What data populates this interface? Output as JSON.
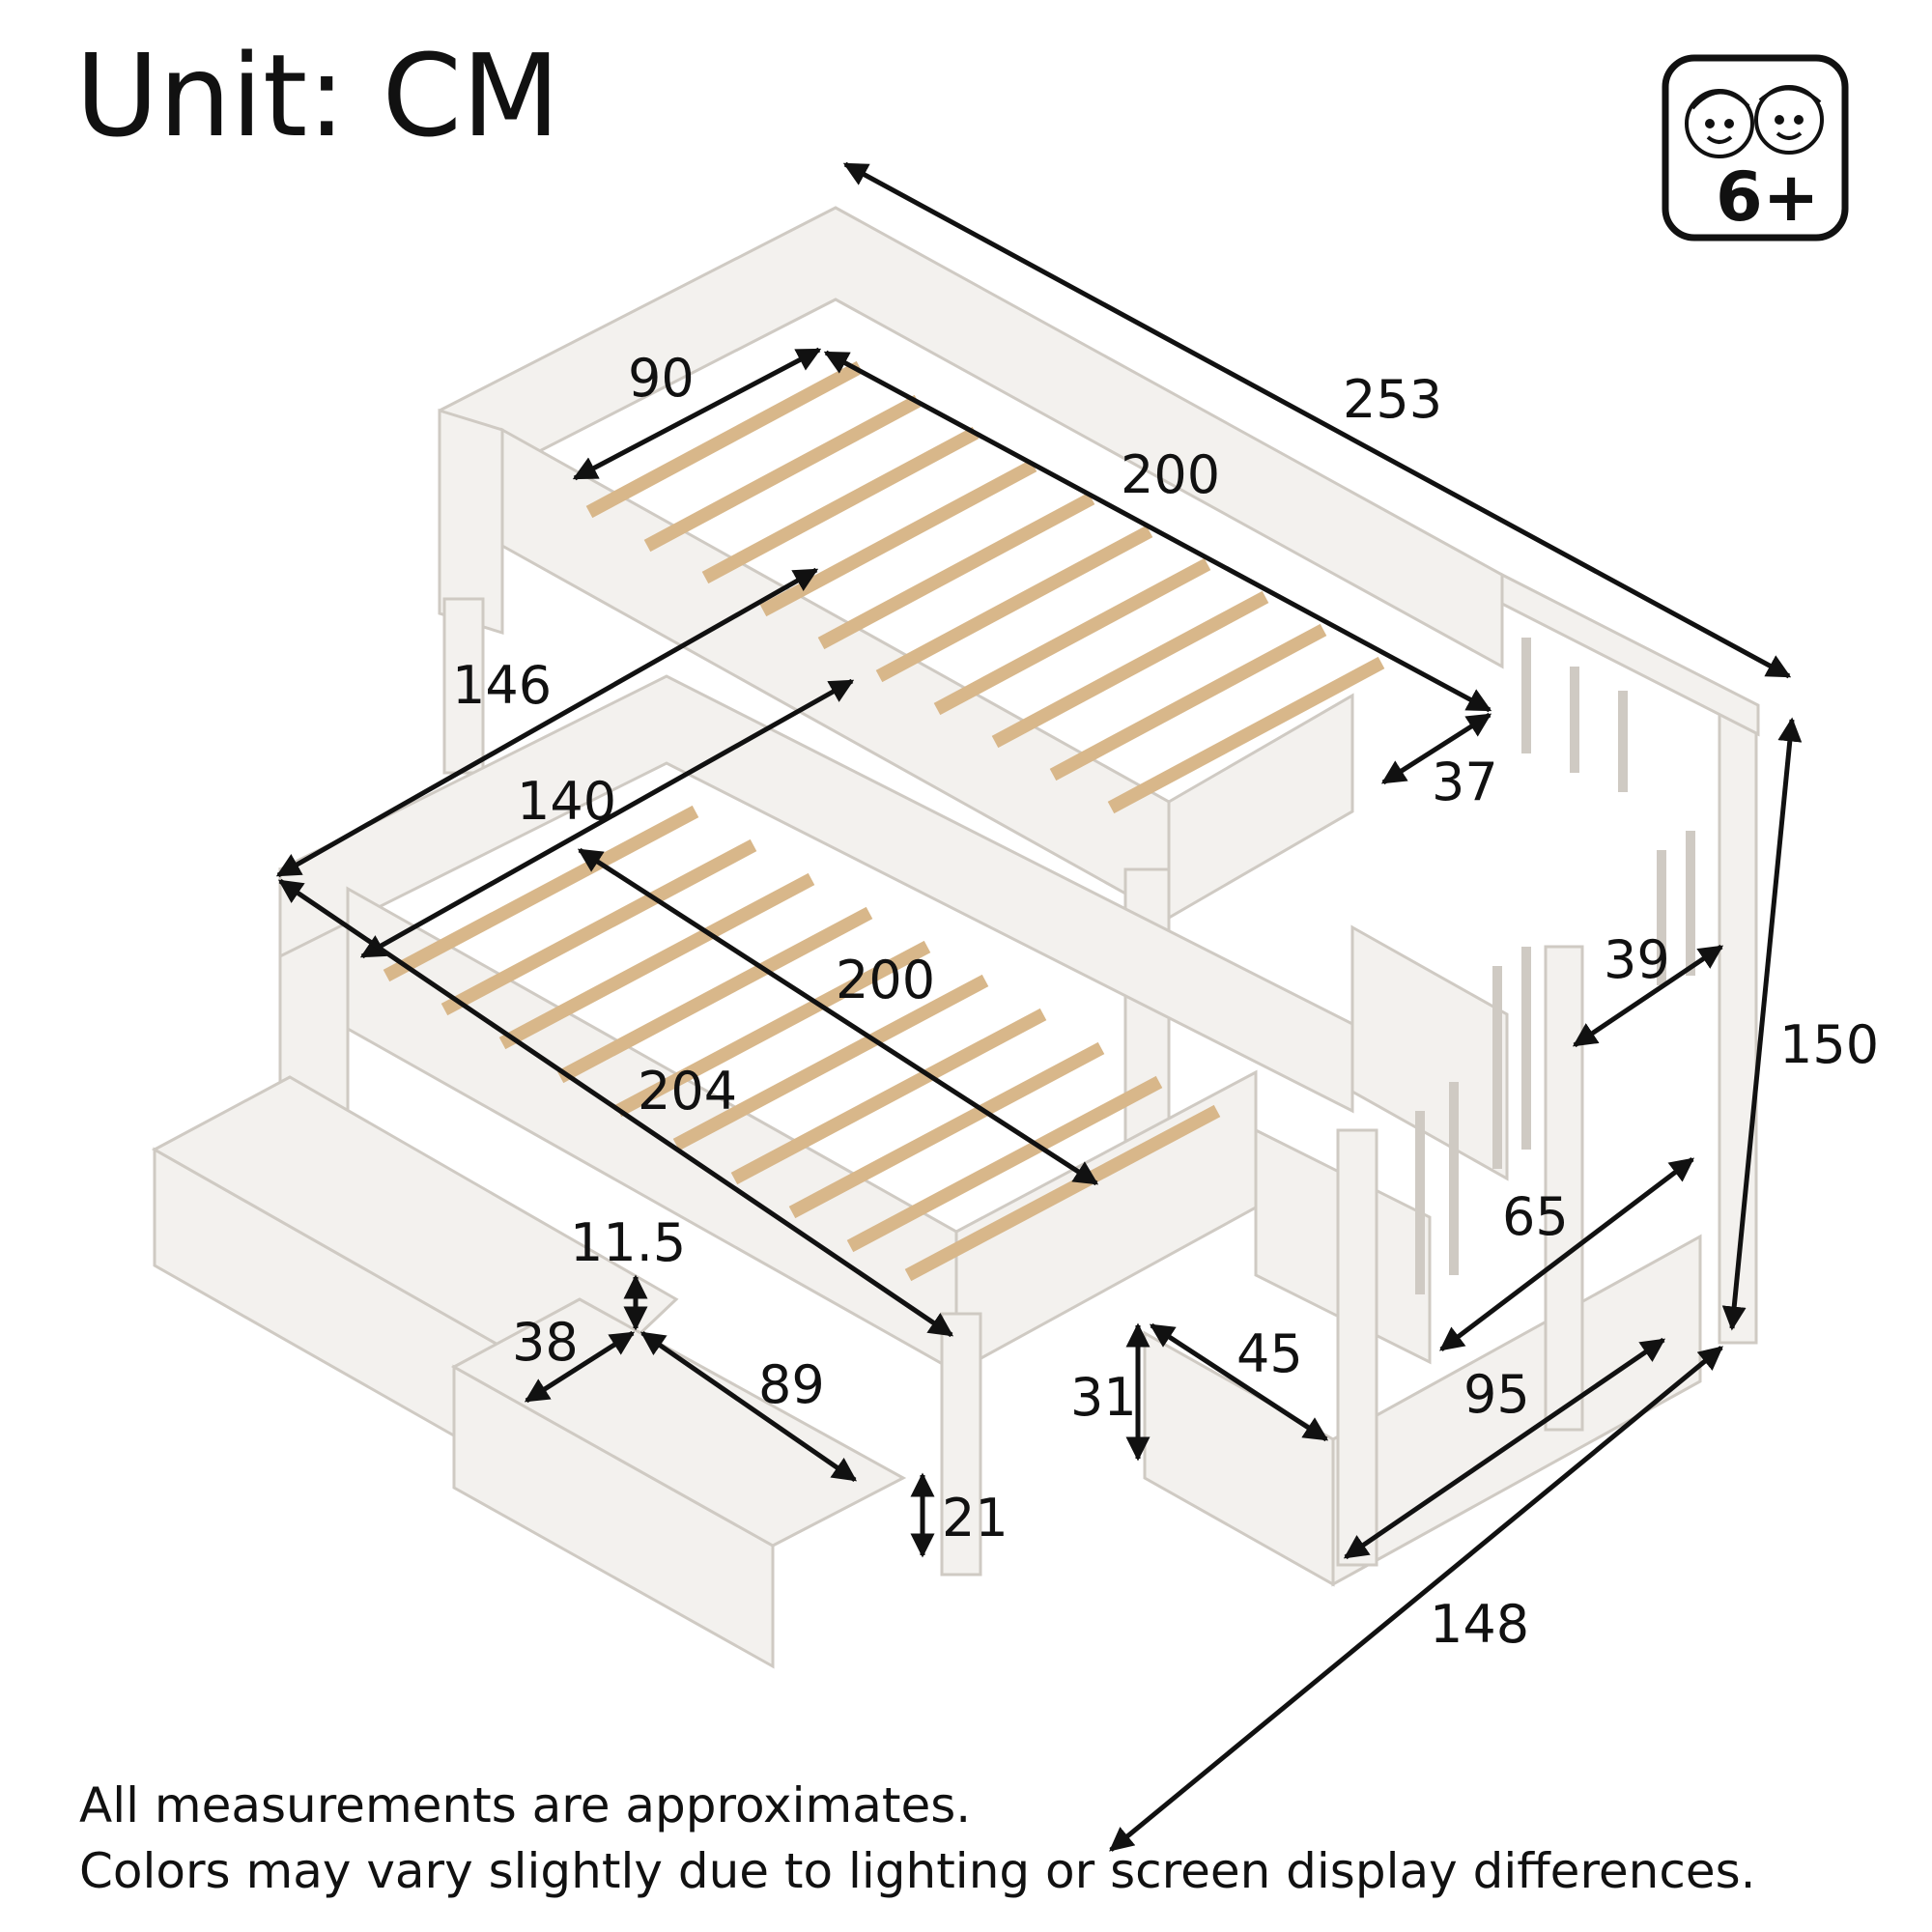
{
  "title": "Unit: CM",
  "badge": {
    "age": "6+",
    "icon": "kids-faces-icon"
  },
  "dimensions": {
    "total_length": "253",
    "top_bunk_width": "90",
    "top_bunk_length": "200",
    "left_height": "146",
    "bottom_bunk_width": "140",
    "bottom_bunk_length": "200",
    "frame_length": "204",
    "rail_gap": "37",
    "stair_depth": "39",
    "total_height": "150",
    "stair_run": "65",
    "stair_length": "95",
    "total_width": "148",
    "drawer_offset": "11.5",
    "drawer_depth": "38",
    "drawer_length": "89",
    "drawer_height": "21",
    "step_height": "31",
    "step_depth": "45"
  },
  "notes": [
    "All measurements are approximates.",
    "Colors may vary slightly due to lighting or screen display differences."
  ],
  "colors": {
    "frame": "#f3f1ee",
    "frame_edge": "#d9d5cf",
    "slat": "#e4c9a4",
    "ink": "#111111"
  }
}
